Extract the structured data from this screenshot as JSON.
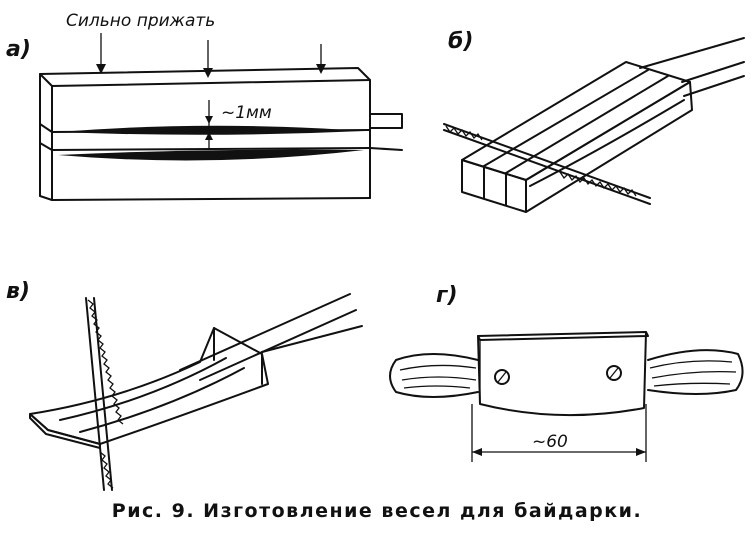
{
  "panels": {
    "a": {
      "letter": "а)",
      "annotation": "Сильно прижать",
      "gap": "~1мм"
    },
    "b": {
      "letter": "б)"
    },
    "v": {
      "letter": "в)"
    },
    "g": {
      "letter": "г)",
      "dimension": "~60"
    }
  },
  "caption": "Рис. 9. Изготовление весел для байдарки.",
  "colors": {
    "ink": "#111111",
    "paper": "#ffffff"
  }
}
